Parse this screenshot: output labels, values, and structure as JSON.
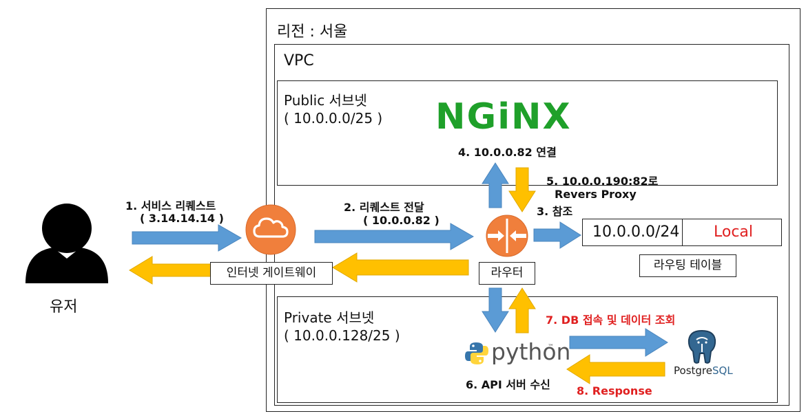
{
  "region": {
    "label": "리전 : 서울"
  },
  "vpc": {
    "label": "VPC"
  },
  "public_subnet": {
    "label": "Public 서브넷",
    "cidr": "( 10.0.0.0/25 )"
  },
  "private_subnet": {
    "label": "Private 서브넷",
    "cidr": "( 10.0.0.128/25 )"
  },
  "user": {
    "label": "유저"
  },
  "gateway": {
    "label": "인터넷 게이트웨이"
  },
  "router": {
    "label": "라우터"
  },
  "route_table": {
    "label": "라우팅 테이블",
    "destination": "10.0.0.0/24",
    "target": "Local"
  },
  "nginx": {
    "logo": "NGiNX"
  },
  "python": {
    "logo": "python",
    "tm": "™"
  },
  "postgres": {
    "logo_a": "Postgre",
    "logo_b": "SQL"
  },
  "steps": {
    "s1": "1. 서비스 리퀘스트",
    "s1_ip": "( 3.14.14.14 )",
    "s2": "2. 리퀘스트 전달",
    "s2_ip": "( 10.0.0.82 )",
    "s3": "3. 참조",
    "s4": "4. 10.0.0.82 연결",
    "s5": "5. 10.0.0.190:82로",
    "s5_sub": "Revers Proxy",
    "s6": "6. API 서버 수신",
    "s7": "7. DB 접속 및 데이터 조회",
    "s8": "8. Response"
  },
  "colors": {
    "blue": "#5b9bd5",
    "yellow": "#ffc000",
    "orange": "#f07f3c",
    "nginx_green": "#1fa02a",
    "red_text": "#e02020",
    "pg_blue": "#336791"
  }
}
